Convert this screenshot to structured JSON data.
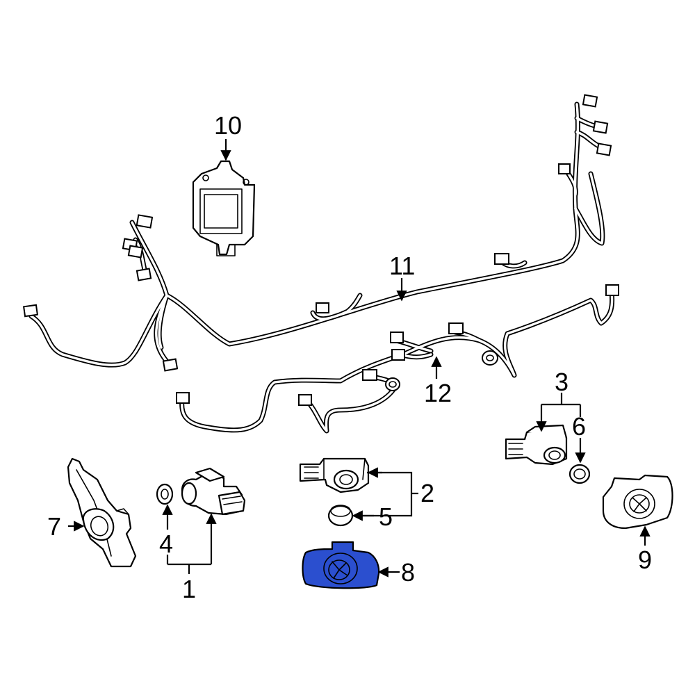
{
  "callouts": {
    "c1": "1",
    "c2": "2",
    "c3": "3",
    "c4": "4",
    "c5": "5",
    "c6": "6",
    "c7": "7",
    "c8": "8",
    "c9": "9",
    "c10": "10",
    "c11": "11",
    "c12": "12"
  },
  "colors": {
    "highlight_fill": "#2b4fcf",
    "line": "#000000",
    "background": "#ffffff"
  }
}
